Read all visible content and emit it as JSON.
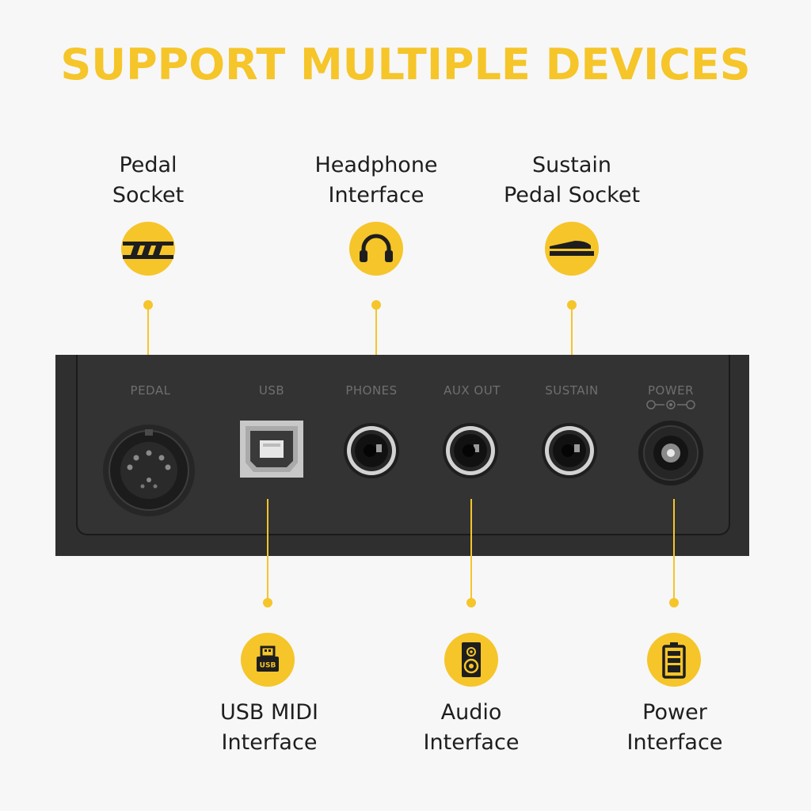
{
  "title": "SUPPORT MULTIPLE DEVICES",
  "colors": {
    "accent": "#f5c52a",
    "panel": "#2f2f2f",
    "text": "#1e1e1e"
  },
  "top_callouts": [
    {
      "label": "Pedal\nSocket",
      "icon": "piano-pedals-icon"
    },
    {
      "label": "Headphone\nInterface",
      "icon": "headphones-icon"
    },
    {
      "label": "Sustain\nPedal Socket",
      "icon": "sustain-pedal-icon"
    }
  ],
  "bottom_callouts": [
    {
      "label": "USB MIDI\nInterface",
      "icon": "usb-icon"
    },
    {
      "label": "Audio\nInterface",
      "icon": "speaker-icon"
    },
    {
      "label": "Power\nInterface",
      "icon": "battery-icon"
    }
  ],
  "panel_ports": [
    "PEDAL",
    "USB",
    "PHONES",
    "AUX OUT",
    "SUSTAIN",
    "POWER"
  ]
}
